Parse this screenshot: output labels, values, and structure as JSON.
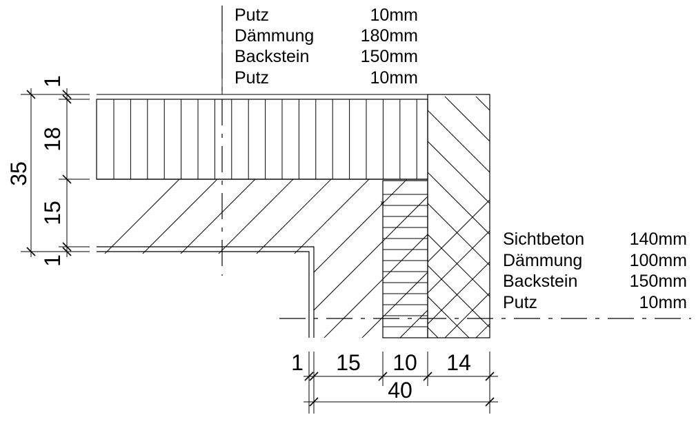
{
  "layers_top": [
    {
      "name": "Putz",
      "thickness": "10mm"
    },
    {
      "name": "Dämmung",
      "thickness": "180mm"
    },
    {
      "name": "Backstein",
      "thickness": "150mm"
    },
    {
      "name": "Putz",
      "thickness": "10mm"
    }
  ],
  "layers_right": [
    {
      "name": "Sichtbeton",
      "thickness": "140mm"
    },
    {
      "name": "Dämmung",
      "thickness": "100mm"
    },
    {
      "name": "Backstein",
      "thickness": "150mm"
    },
    {
      "name": "Putz",
      "thickness": "10mm"
    }
  ],
  "dims_vertical": {
    "total": "35",
    "parts": [
      "1",
      "18",
      "15",
      "1"
    ]
  },
  "dims_horizontal": {
    "total": "40",
    "parts": [
      "1",
      "15",
      "10",
      "14"
    ]
  }
}
